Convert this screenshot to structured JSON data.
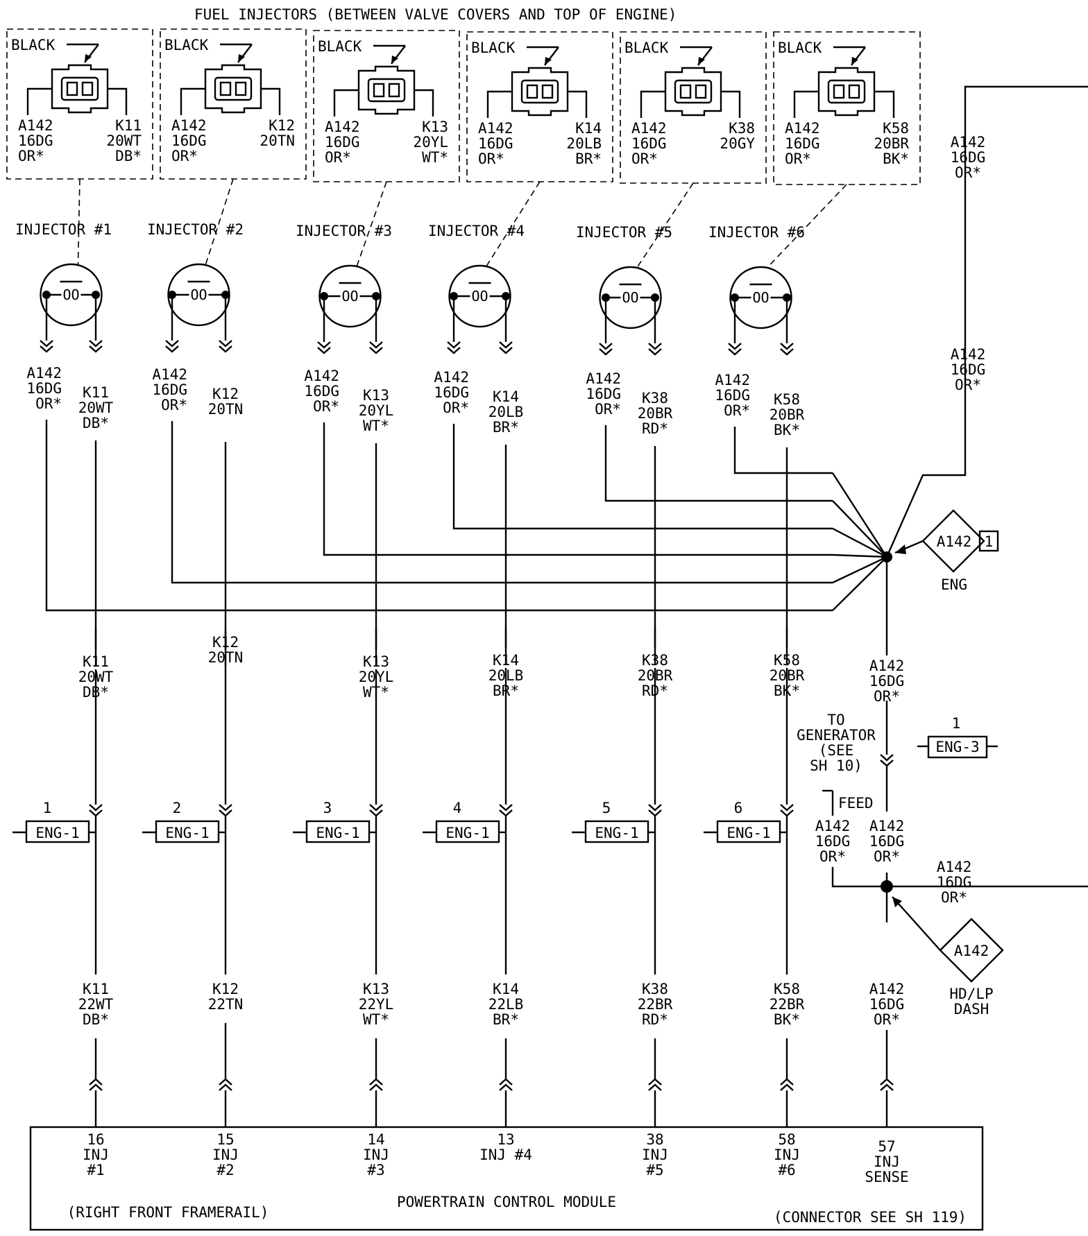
{
  "header": "FUEL INJECTORS (BETWEEN VALVE COVERS AND TOP OF ENGINE)",
  "connector_color": "BLACK",
  "injectors": [
    {
      "label": "INJECTOR #1",
      "conn_left": [
        "A142",
        "16DG",
        "OR*"
      ],
      "conn_right": [
        "K11",
        "20WT",
        "DB*"
      ],
      "mid_right": [
        "K11",
        "20WT",
        "DB*"
      ],
      "connector": {
        "num": "1",
        "name": "ENG-1"
      },
      "pcm_wire": [
        "K11",
        "22WT",
        "DB*"
      ],
      "pcm_pin": [
        "16",
        "INJ",
        "#1"
      ]
    },
    {
      "label": "INJECTOR #2",
      "conn_left": [
        "A142",
        "16DG",
        "OR*"
      ],
      "conn_right": [
        "K12",
        "20TN"
      ],
      "mid_right": [
        "K12",
        "20TN"
      ],
      "connector": {
        "num": "2",
        "name": "ENG-1"
      },
      "pcm_wire": [
        "K12",
        "22TN"
      ],
      "pcm_pin": [
        "15",
        "INJ",
        "#2"
      ]
    },
    {
      "label": "INJECTOR #3",
      "conn_left": [
        "A142",
        "16DG",
        "OR*"
      ],
      "conn_right": [
        "K13",
        "20YL",
        "WT*"
      ],
      "mid_right": [
        "K13",
        "20YL",
        "WT*"
      ],
      "connector": {
        "num": "3",
        "name": "ENG-1"
      },
      "pcm_wire": [
        "K13",
        "22YL",
        "WT*"
      ],
      "pcm_pin": [
        "14",
        "INJ",
        "#3"
      ]
    },
    {
      "label": "INJECTOR #4",
      "conn_left": [
        "A142",
        "16DG",
        "OR*"
      ],
      "conn_right": [
        "K14",
        "20LB",
        "BR*"
      ],
      "mid_right": [
        "K14",
        "20LB",
        "BR*"
      ],
      "connector": {
        "num": "4",
        "name": "ENG-1"
      },
      "pcm_wire": [
        "K14",
        "22LB",
        "BR*"
      ],
      "pcm_pin": [
        "13",
        "INJ #4"
      ]
    },
    {
      "label": "INJECTOR #5",
      "conn_left": [
        "A142",
        "16DG",
        "OR*"
      ],
      "conn_right": [
        "K38",
        "20GY"
      ],
      "mid_right": [
        "K38",
        "20BR",
        "RD*"
      ],
      "connector": {
        "num": "5",
        "name": "ENG-1"
      },
      "pcm_wire": [
        "K38",
        "22BR",
        "RD*"
      ],
      "pcm_pin": [
        "38",
        "INJ",
        "#5"
      ]
    },
    {
      "label": "INJECTOR #6",
      "conn_left": [
        "A142",
        "16DG",
        "OR*"
      ],
      "conn_right": [
        "K58",
        "20BR",
        "BK*"
      ],
      "mid_right": [
        "K58",
        "20BR",
        "BK*"
      ],
      "connector": {
        "num": "6",
        "name": "ENG-1"
      },
      "pcm_wire": [
        "K58",
        "22BR",
        "BK*"
      ],
      "pcm_pin": [
        "58",
        "INJ",
        "#6"
      ]
    }
  ],
  "coil_symbol": "OO",
  "a142_wire": [
    "A142",
    "16DG",
    "OR*"
  ],
  "splice_eng": {
    "label": "A142",
    "num": "1",
    "loc": "ENG"
  },
  "eng3": {
    "num": "1",
    "name": "ENG-3"
  },
  "generator_note": [
    "TO",
    "GENERATOR",
    "(SEE",
    "SH 10)"
  ],
  "feed": "FEED",
  "splice_dash": {
    "label": "A142",
    "loc": [
      "HD/LP",
      "DASH"
    ]
  },
  "sense_pin": [
    "57",
    "INJ",
    "SENSE"
  ],
  "pcm": {
    "title": "POWERTRAIN CONTROL MODULE",
    "location": "(RIGHT FRONT FRAMERAIL)",
    "connector": "(CONNECTOR SEE SH 119)"
  }
}
